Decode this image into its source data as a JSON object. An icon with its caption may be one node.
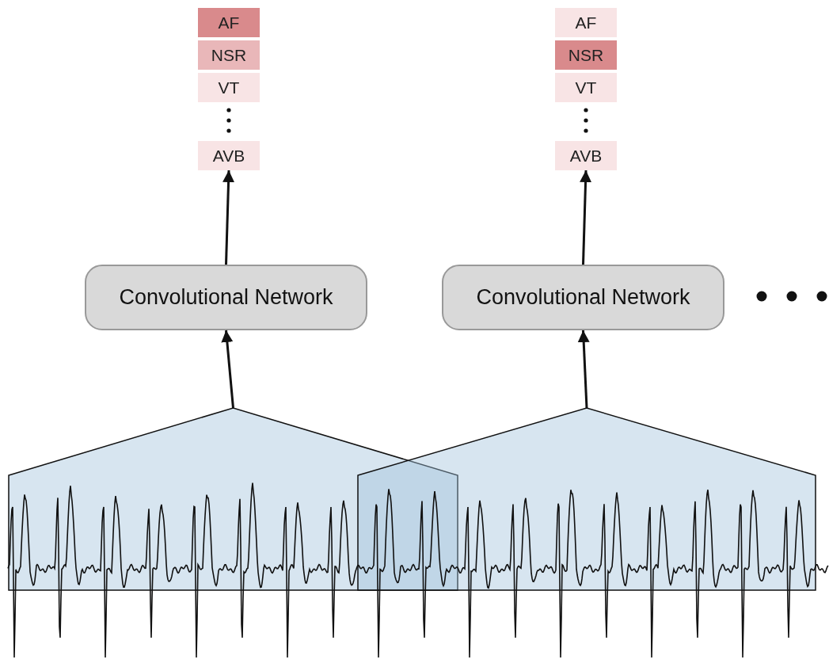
{
  "diagram": {
    "nodes": [
      {
        "text": [
          "AF",
          "NSR",
          "VT",
          "AVB"
        ]
      },
      {
        "text": [
          "AF",
          "NSR",
          "VT",
          "AVB"
        ]
      },
      {
        "text": [
          "Convolutional Network"
        ]
      },
      {
        "text": [
          "Convolutional Network"
        ]
      },
      {
        "text": [],
        "shape": "pentagon"
      },
      {
        "text": [],
        "shape": "pentagon"
      }
    ],
    "edges": [
      {
        "from": 4,
        "to": 2,
        "arrow": "to"
      },
      {
        "from": 2,
        "to": 0,
        "arrow": "to"
      },
      {
        "from": 5,
        "to": 3,
        "arrow": "to"
      },
      {
        "from": 3,
        "to": 1,
        "arrow": "to"
      }
    ]
  }
}
